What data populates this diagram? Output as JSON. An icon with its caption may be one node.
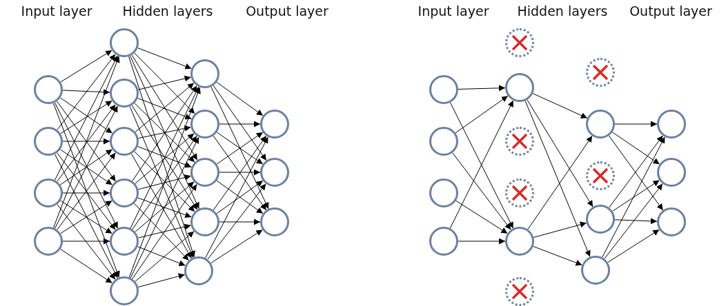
{
  "diagram": {
    "nodes": [
      {
        "text": [],
        "shape": "circle"
      },
      {
        "text": [],
        "shape": "circle"
      },
      {
        "text": [],
        "shape": "circle"
      },
      {
        "text": [],
        "shape": "circle"
      },
      {
        "text": [],
        "shape": "circle"
      },
      {
        "text": [],
        "shape": "circle"
      },
      {
        "text": [],
        "shape": "circle"
      },
      {
        "text": [],
        "shape": "circle"
      },
      {
        "text": [],
        "shape": "circle"
      },
      {
        "text": [],
        "shape": "circle"
      },
      {
        "text": [],
        "shape": "circle"
      },
      {
        "text": [],
        "shape": "circle"
      },
      {
        "text": [],
        "shape": "circle"
      },
      {
        "text": [],
        "shape": "circle"
      },
      {
        "text": [],
        "shape": "circle"
      },
      {
        "text": [],
        "shape": "circle"
      },
      {
        "text": [],
        "shape": "circle"
      },
      {
        "text": [],
        "shape": "circle"
      },
      {
        "text": [],
        "shape": "circle"
      },
      {
        "text": [],
        "shape": "circle"
      },
      {
        "text": [],
        "shape": "circle"
      },
      {
        "text": [],
        "shape": "circle"
      },
      {
        "text": [],
        "shape": "crossed-circle"
      },
      {
        "text": [],
        "shape": "circle"
      },
      {
        "text": [],
        "shape": "crossed-circle"
      },
      {
        "text": [],
        "shape": "crossed-circle"
      },
      {
        "text": [],
        "shape": "circle"
      },
      {
        "text": [],
        "shape": "crossed-circle"
      },
      {
        "text": [],
        "shape": "crossed-circle"
      },
      {
        "text": [],
        "shape": "circle"
      },
      {
        "text": [],
        "shape": "crossed-circle"
      },
      {
        "text": [],
        "shape": "circle"
      },
      {
        "text": [],
        "shape": "circle"
      },
      {
        "text": [],
        "shape": "circle"
      },
      {
        "text": [],
        "shape": "circle"
      },
      {
        "text": [],
        "shape": "circle"
      }
    ],
    "edges": [
      {
        "from": 0,
        "to": 4,
        "arrow": "to"
      },
      {
        "from": 0,
        "to": 5,
        "arrow": "to"
      },
      {
        "from": 0,
        "to": 6,
        "arrow": "to"
      },
      {
        "from": 0,
        "to": 7,
        "arrow": "to"
      },
      {
        "from": 0,
        "to": 8,
        "arrow": "to"
      },
      {
        "from": 0,
        "to": 9,
        "arrow": "to"
      },
      {
        "from": 1,
        "to": 4,
        "arrow": "to"
      },
      {
        "from": 1,
        "to": 5,
        "arrow": "to"
      },
      {
        "from": 1,
        "to": 6,
        "arrow": "to"
      },
      {
        "from": 1,
        "to": 7,
        "arrow": "to"
      },
      {
        "from": 1,
        "to": 8,
        "arrow": "to"
      },
      {
        "from": 1,
        "to": 9,
        "arrow": "to"
      },
      {
        "from": 2,
        "to": 4,
        "arrow": "to"
      },
      {
        "from": 2,
        "to": 5,
        "arrow": "to"
      },
      {
        "from": 2,
        "to": 6,
        "arrow": "to"
      },
      {
        "from": 2,
        "to": 7,
        "arrow": "to"
      },
      {
        "from": 2,
        "to": 8,
        "arrow": "to"
      },
      {
        "from": 2,
        "to": 9,
        "arrow": "to"
      },
      {
        "from": 3,
        "to": 4,
        "arrow": "to"
      },
      {
        "from": 3,
        "to": 5,
        "arrow": "to"
      },
      {
        "from": 3,
        "to": 6,
        "arrow": "to"
      },
      {
        "from": 3,
        "to": 7,
        "arrow": "to"
      },
      {
        "from": 3,
        "to": 8,
        "arrow": "to"
      },
      {
        "from": 3,
        "to": 9,
        "arrow": "to"
      },
      {
        "from": 4,
        "to": 10,
        "arrow": "to"
      },
      {
        "from": 4,
        "to": 11,
        "arrow": "to"
      },
      {
        "from": 4,
        "to": 12,
        "arrow": "to"
      },
      {
        "from": 4,
        "to": 13,
        "arrow": "to"
      },
      {
        "from": 4,
        "to": 14,
        "arrow": "to"
      },
      {
        "from": 5,
        "to": 10,
        "arrow": "to"
      },
      {
        "from": 5,
        "to": 11,
        "arrow": "to"
      },
      {
        "from": 5,
        "to": 12,
        "arrow": "to"
      },
      {
        "from": 5,
        "to": 13,
        "arrow": "to"
      },
      {
        "from": 5,
        "to": 14,
        "arrow": "to"
      },
      {
        "from": 6,
        "to": 10,
        "arrow": "to"
      },
      {
        "from": 6,
        "to": 11,
        "arrow": "to"
      },
      {
        "from": 6,
        "to": 12,
        "arrow": "to"
      },
      {
        "from": 6,
        "to": 13,
        "arrow": "to"
      },
      {
        "from": 6,
        "to": 14,
        "arrow": "to"
      },
      {
        "from": 7,
        "to": 10,
        "arrow": "to"
      },
      {
        "from": 7,
        "to": 11,
        "arrow": "to"
      },
      {
        "from": 7,
        "to": 12,
        "arrow": "to"
      },
      {
        "from": 7,
        "to": 13,
        "arrow": "to"
      },
      {
        "from": 7,
        "to": 14,
        "arrow": "to"
      },
      {
        "from": 8,
        "to": 10,
        "arrow": "to"
      },
      {
        "from": 8,
        "to": 11,
        "arrow": "to"
      },
      {
        "from": 8,
        "to": 12,
        "arrow": "to"
      },
      {
        "from": 8,
        "to": 13,
        "arrow": "to"
      },
      {
        "from": 8,
        "to": 14,
        "arrow": "to"
      },
      {
        "from": 9,
        "to": 10,
        "arrow": "to"
      },
      {
        "from": 9,
        "to": 11,
        "arrow": "to"
      },
      {
        "from": 9,
        "to": 12,
        "arrow": "to"
      },
      {
        "from": 9,
        "to": 13,
        "arrow": "to"
      },
      {
        "from": 9,
        "to": 14,
        "arrow": "to"
      },
      {
        "from": 10,
        "to": 15,
        "arrow": "to"
      },
      {
        "from": 10,
        "to": 16,
        "arrow": "to"
      },
      {
        "from": 10,
        "to": 17,
        "arrow": "to"
      },
      {
        "from": 11,
        "to": 15,
        "arrow": "to"
      },
      {
        "from": 11,
        "to": 16,
        "arrow": "to"
      },
      {
        "from": 11,
        "to": 17,
        "arrow": "to"
      },
      {
        "from": 12,
        "to": 15,
        "arrow": "to"
      },
      {
        "from": 12,
        "to": 16,
        "arrow": "to"
      },
      {
        "from": 12,
        "to": 17,
        "arrow": "to"
      },
      {
        "from": 13,
        "to": 15,
        "arrow": "to"
      },
      {
        "from": 13,
        "to": 16,
        "arrow": "to"
      },
      {
        "from": 13,
        "to": 17,
        "arrow": "to"
      },
      {
        "from": 14,
        "to": 15,
        "arrow": "to"
      },
      {
        "from": 14,
        "to": 16,
        "arrow": "to"
      },
      {
        "from": 14,
        "to": 17,
        "arrow": "to"
      },
      {
        "from": 18,
        "to": 23,
        "arrow": "to"
      },
      {
        "from": 18,
        "to": 26,
        "arrow": "to"
      },
      {
        "from": 19,
        "to": 23,
        "arrow": "to"
      },
      {
        "from": 19,
        "to": 26,
        "arrow": "to"
      },
      {
        "from": 20,
        "to": 26,
        "arrow": "to"
      },
      {
        "from": 21,
        "to": 23,
        "arrow": "to"
      },
      {
        "from": 21,
        "to": 26,
        "arrow": "to"
      },
      {
        "from": 23,
        "to": 29,
        "arrow": "to"
      },
      {
        "from": 23,
        "to": 31,
        "arrow": "to"
      },
      {
        "from": 23,
        "to": 32,
        "arrow": "to"
      },
      {
        "from": 26,
        "to": 29,
        "arrow": "to"
      },
      {
        "from": 26,
        "to": 31,
        "arrow": "to"
      },
      {
        "from": 26,
        "to": 32,
        "arrow": "to"
      },
      {
        "from": 29,
        "to": 33,
        "arrow": "to"
      },
      {
        "from": 29,
        "to": 34,
        "arrow": "to"
      },
      {
        "from": 29,
        "to": 35,
        "arrow": "to"
      },
      {
        "from": 31,
        "to": 33,
        "arrow": "to"
      },
      {
        "from": 31,
        "to": 34,
        "arrow": "to"
      },
      {
        "from": 31,
        "to": 35,
        "arrow": "to"
      },
      {
        "from": 32,
        "to": 33,
        "arrow": "to"
      },
      {
        "from": 32,
        "to": 34,
        "arrow": "to"
      },
      {
        "from": 32,
        "to": 35,
        "arrow": "to"
      }
    ],
    "labels": [
      "Input layer",
      "Hidden layers",
      "Output layer",
      "Input layer",
      "Hidden layers",
      "Output layer"
    ]
  }
}
